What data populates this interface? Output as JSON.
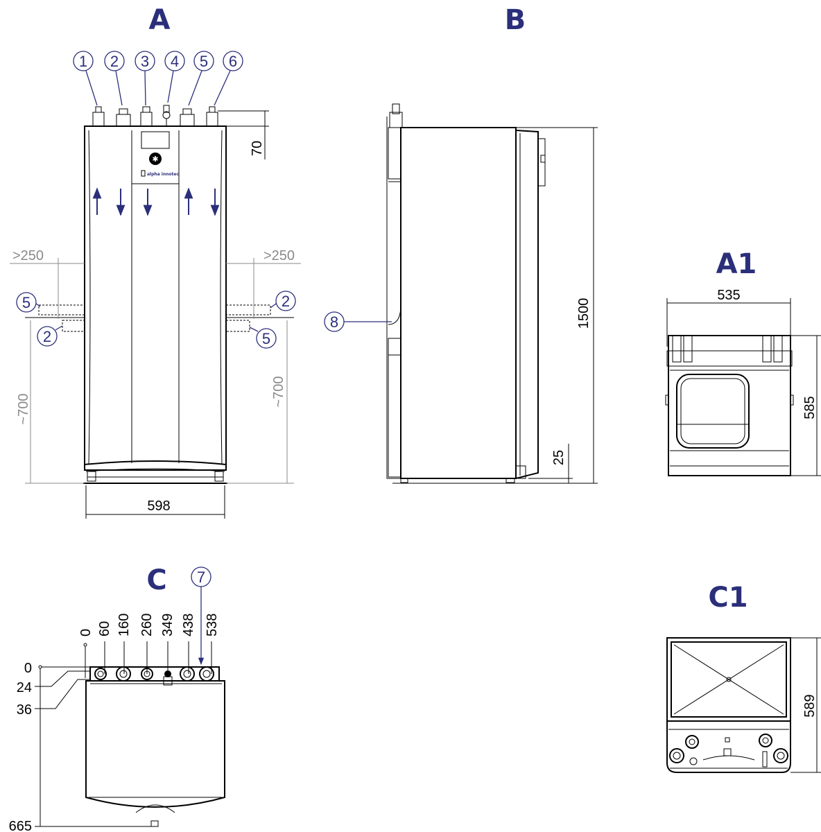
{
  "views": {
    "a": "A",
    "b": "B",
    "c": "C",
    "a1": "A1",
    "c1": "C1"
  },
  "connections": [
    "1",
    "2",
    "3",
    "4",
    "5",
    "6"
  ],
  "labels": {
    "pos2": "2",
    "pos5": "5",
    "pos7": "7",
    "pos8": "8"
  },
  "dimensions": {
    "top_offset": "70",
    "clearance": ">250",
    "side_height": "~700",
    "width": "598",
    "height": "1500",
    "feet": "25",
    "a1_width": "535",
    "a1_depth": "585",
    "c1_depth": "589",
    "c_x": [
      "0",
      "60",
      "160",
      "260",
      "349",
      "438",
      "538"
    ],
    "c_y": [
      "0",
      "24",
      "36",
      "665"
    ]
  },
  "logo_text": "alpha innotec",
  "colors": {
    "accent": "#2b2f7a",
    "clearance_gray": "#8a8a8a"
  }
}
